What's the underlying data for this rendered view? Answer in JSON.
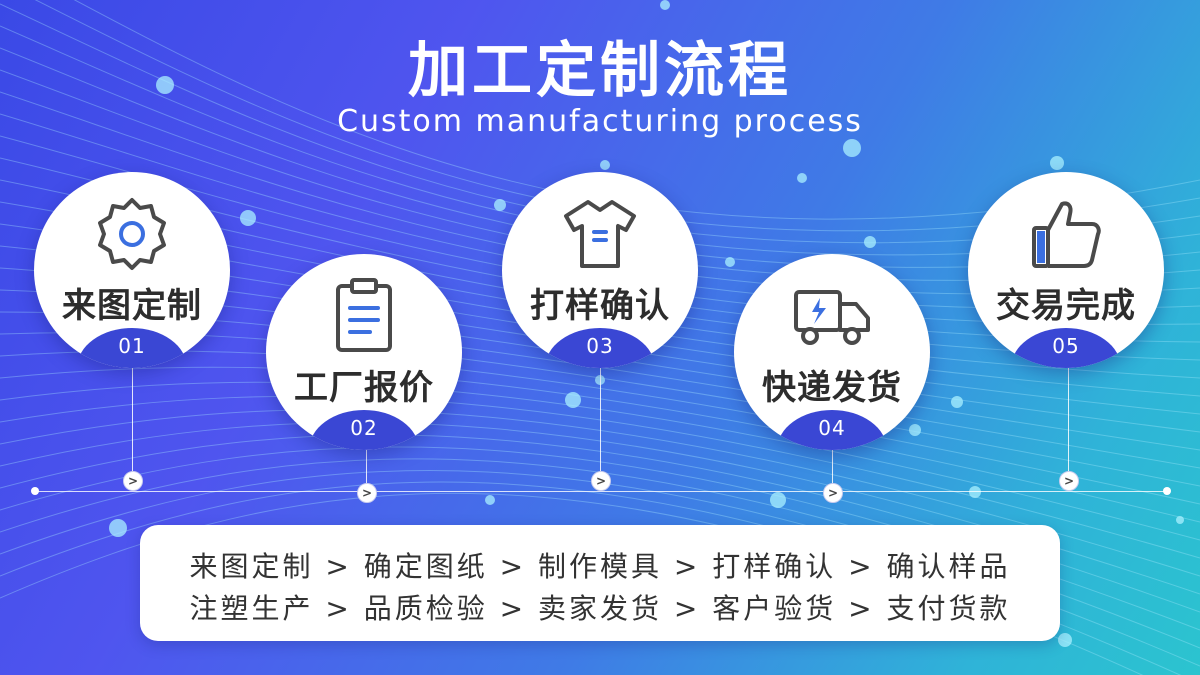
{
  "header": {
    "title": "加工定制流程",
    "subtitle": "Custom manufacturing process"
  },
  "steps": [
    {
      "label": "来图定制",
      "number": "01",
      "icon": "gear-icon"
    },
    {
      "label": "工厂报价",
      "number": "02",
      "icon": "clipboard-icon"
    },
    {
      "label": "打样确认",
      "number": "03",
      "icon": "tshirt-icon"
    },
    {
      "label": "快递发货",
      "number": "04",
      "icon": "delivery-truck-icon"
    },
    {
      "label": "交易完成",
      "number": "05",
      "icon": "thumbs-up-icon"
    }
  ],
  "timeline": {
    "marker_glyph": ">"
  },
  "description": {
    "line1": "来图定制 > 确定图纸 > 制作模具 > 打样确认 > 确认样品",
    "line2": "注塑生产 > 品质检验 > 卖家发货 > 客户验货 > 支付货款"
  },
  "colors": {
    "accent_blue": "#3a47d4",
    "icon_stroke": "#4a4a4a",
    "icon_accent": "#3b6fe0",
    "background_start": "#3a49e6",
    "background_end": "#2bc4cf"
  }
}
